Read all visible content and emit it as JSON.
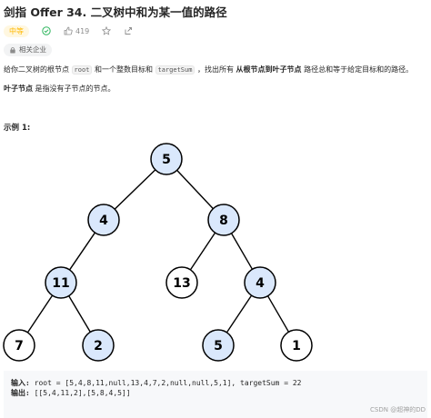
{
  "problem": {
    "title": "剑指 Offer 34. 二叉树中和为某一值的路径",
    "difficulty": "中等",
    "likes": "419",
    "company_tag": "相关企业"
  },
  "description": {
    "p1_a": "给你二叉树的根节点 ",
    "p1_code1": "root",
    "p1_b": " 和一个整数目标和 ",
    "p1_code2": "targetSum",
    "p1_c": " ，找出所有 ",
    "p1_strong": "从根节点到叶子节点",
    "p1_d": " 路径总和等于给定目标和的路径。",
    "p2_strong": "叶子节点",
    "p2_rest": " 是指没有子节点的节点。"
  },
  "example": {
    "title": "示例 1:",
    "input_label": "输入:",
    "input_value": "root = [5,4,8,11,null,13,4,7,2,null,null,5,1], targetSum = 22",
    "output_label": "输出:",
    "output_value": "[[5,4,11,2],[5,8,4,5]]"
  },
  "tree": {
    "nodes": [
      {
        "id": "n5",
        "label": "5",
        "highlight": true
      },
      {
        "id": "n4a",
        "label": "4",
        "highlight": true
      },
      {
        "id": "n8",
        "label": "8",
        "highlight": true
      },
      {
        "id": "n11",
        "label": "11",
        "highlight": true
      },
      {
        "id": "n13",
        "label": "13",
        "highlight": false
      },
      {
        "id": "n4b",
        "label": "4",
        "highlight": true
      },
      {
        "id": "n7",
        "label": "7",
        "highlight": false
      },
      {
        "id": "n2",
        "label": "2",
        "highlight": true
      },
      {
        "id": "n5b",
        "label": "5",
        "highlight": true
      },
      {
        "id": "n1",
        "label": "1",
        "highlight": false
      }
    ],
    "edges": [
      [
        "n5",
        "n4a"
      ],
      [
        "n5",
        "n8"
      ],
      [
        "n4a",
        "n11"
      ],
      [
        "n8",
        "n13"
      ],
      [
        "n8",
        "n4b"
      ],
      [
        "n11",
        "n7"
      ],
      [
        "n11",
        "n2"
      ],
      [
        "n4b",
        "n5b"
      ],
      [
        "n4b",
        "n1"
      ]
    ]
  },
  "colors": {
    "highlight_fill": "#dae8fc",
    "node_stroke": "#000000",
    "difficulty": "#ffb800"
  },
  "watermark": "CSDN @超神的DD"
}
